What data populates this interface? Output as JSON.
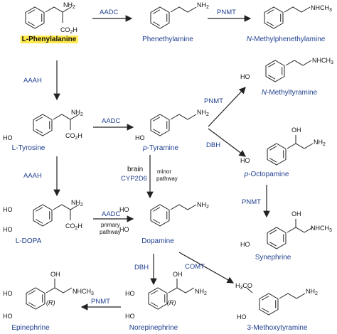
{
  "compounds": {
    "phenylalanine": "L-Phenylalanine",
    "phenethylamine": "Phenethylamine",
    "n_methylphenethylamine_prefix": "N",
    "n_methylphenethylamine_rest": "-Methylphenethylamine",
    "tyrosine": "L-Tyrosine",
    "tyramine_prefix": "p",
    "tyramine_rest": "-Tyramine",
    "n_methyltyramine_prefix": "N",
    "n_methyltyramine_rest": "-Methyltyramine",
    "octopamine_prefix": "p",
    "octopamine_rest": "-Octopamine",
    "synephrine": "Synephrine",
    "ldopa": "L-DOPA",
    "dopamine": "Dopamine",
    "methoxytyramine": "3-Methoxytyramine",
    "norepinephrine": "Norepinephrine",
    "epinephrine": "Epinephrine"
  },
  "enzymes": {
    "aadc": "AADC",
    "pnmt": "PNMT",
    "aaah": "AAAH",
    "dbh": "DBH",
    "comt": "COMT",
    "cyp2d6": "CYP2D6"
  },
  "annotations": {
    "brain": "brain",
    "minor": "minor",
    "pathway": "pathway",
    "primary": "primary",
    "r": "(R)"
  },
  "atoms": {
    "nh2_main": "NH",
    "nh2_sub": "2",
    "co2h_main": "CO",
    "co2h_sub": "2",
    "co2h_h": "H",
    "nhch3_main": "NHCH",
    "nhch3_sub": "3",
    "ho": "HO",
    "oh": "OH",
    "h3co_main": "H",
    "h3co_sub": "3",
    "h3co_rest": "CO"
  }
}
